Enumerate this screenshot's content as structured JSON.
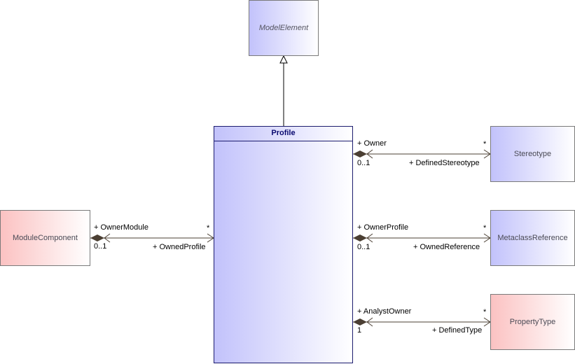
{
  "classes": {
    "model_element": "ModelElement",
    "profile": "Profile",
    "stereotype": "Stereotype",
    "metaclass_reference": "MetaclassReference",
    "property_type": "PropertyType",
    "module_component": "ModuleComponent"
  },
  "associations": {
    "stereotype": {
      "owner_role": "+ Owner",
      "owner_mult": "0..1",
      "target_mult": "*",
      "target_role": "+ DefinedStereotype"
    },
    "metaclass": {
      "owner_role": "+ OwnerProfile",
      "owner_mult": "0..1",
      "target_mult": "*",
      "target_role": "+ OwnedReference"
    },
    "property_type": {
      "owner_role": "+ AnalystOwner",
      "owner_mult": "1",
      "target_mult": "*",
      "target_role": "+ DefinedType"
    },
    "module": {
      "owner_role": "+ OwnerModule",
      "owner_mult": "0..1",
      "target_mult": "*",
      "target_role": "+ OwnedProfile"
    }
  },
  "colors": {
    "blue_gradient_start": "#c2c2fb",
    "red_gradient_start": "#fbc2c2",
    "profile_border": "#1c1c6e",
    "line": "#4b3f33"
  }
}
